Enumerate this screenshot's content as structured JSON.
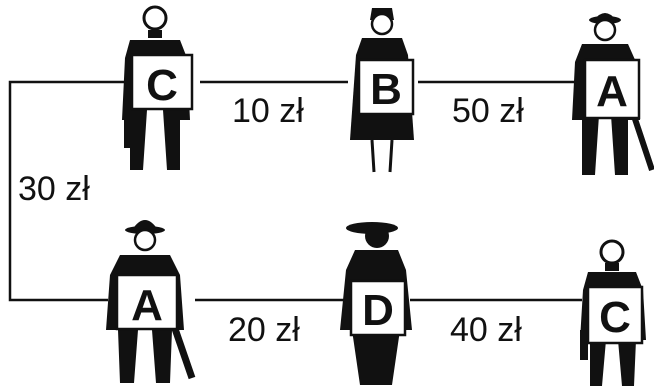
{
  "edges": [
    {
      "from": "C",
      "to": "B",
      "label": "10 zł"
    },
    {
      "from": "B",
      "to": "A",
      "label": "50 zł"
    },
    {
      "from": "C",
      "to": "A",
      "label": "30 zł"
    },
    {
      "from": "A",
      "to": "D",
      "label": "20 zł"
    },
    {
      "from": "D",
      "to": "C",
      "label": "40 zł"
    }
  ],
  "people": {
    "top_left": {
      "sign": "C"
    },
    "top_middle": {
      "sign": "B"
    },
    "top_right": {
      "sign": "A"
    },
    "bottom_left": {
      "sign": "A"
    },
    "bottom_middle": {
      "sign": "D"
    },
    "bottom_right": {
      "sign": "C"
    }
  }
}
